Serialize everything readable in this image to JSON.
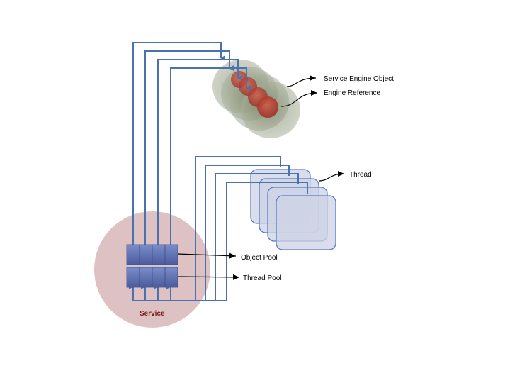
{
  "labels": {
    "service_engine_object": "Service Engine Object",
    "engine_reference": "Engine Reference",
    "thread": "Thread",
    "object_pool": "Object Pool",
    "thread_pool": "Thread Pool",
    "service": "Service"
  },
  "colors": {
    "service_circle": "#d8b6b8",
    "service_text": "#7a1c1c",
    "pool_cell": "#5d6fb0",
    "connector": "#4a72b0",
    "engine_halo": "#a5ad95",
    "engine_core": "#b03b2e",
    "thread_card": "#cdd3e6",
    "thread_border": "#5b7bc0"
  }
}
